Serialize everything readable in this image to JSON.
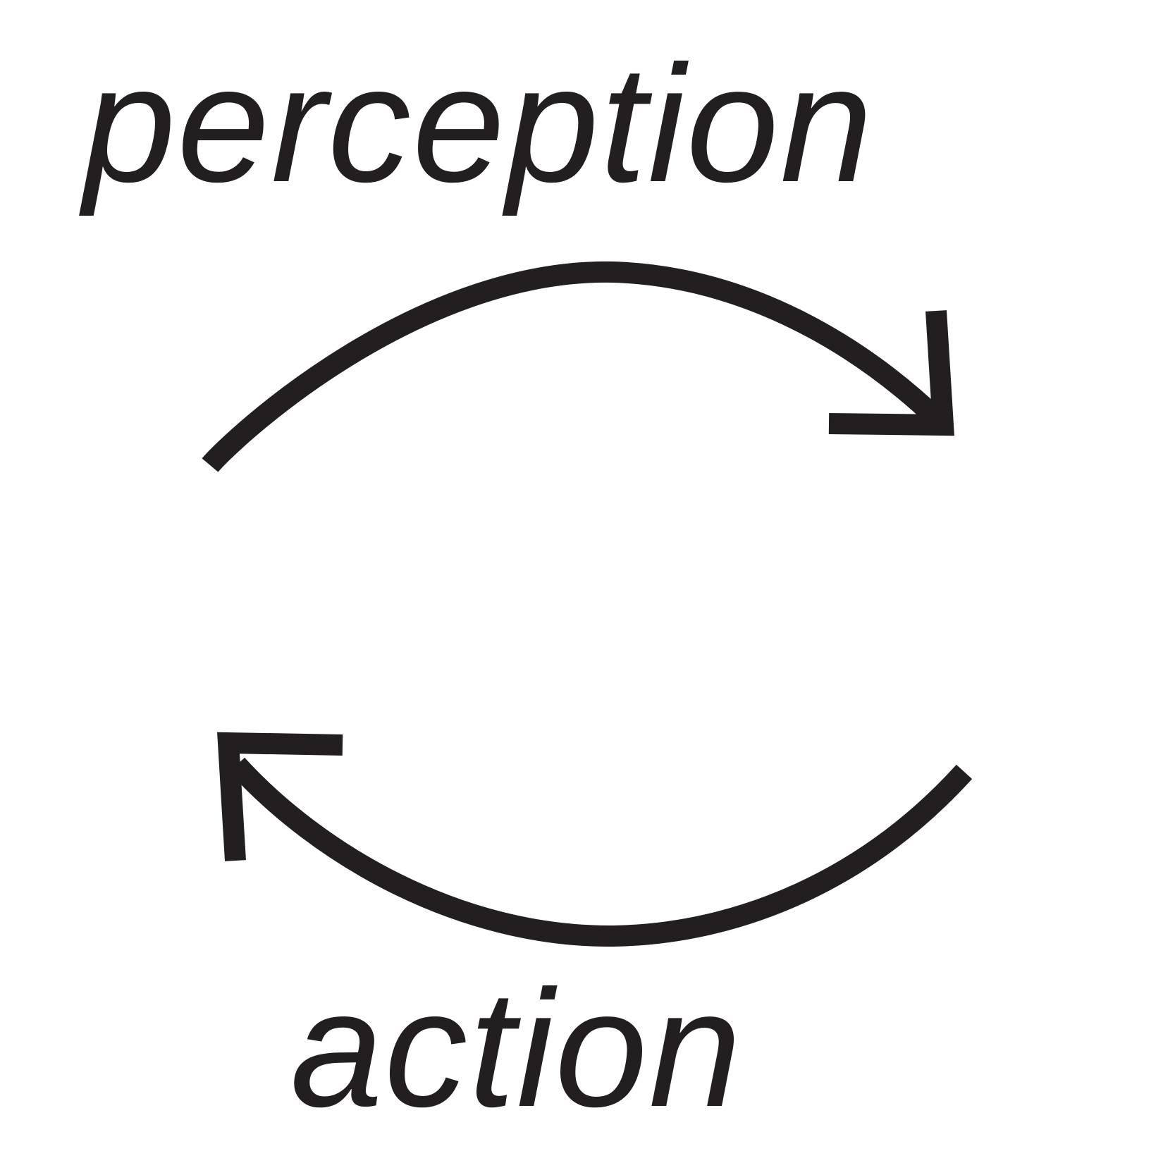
{
  "diagram": {
    "top_label": "perception",
    "bottom_label": "action",
    "ink_color": "#231f20",
    "background_color": "#ffffff",
    "arrows": [
      {
        "name": "perception-arrow",
        "direction": "clockwise",
        "from": "left",
        "to": "right"
      },
      {
        "name": "action-arrow",
        "direction": "clockwise",
        "from": "right",
        "to": "left"
      }
    ]
  }
}
